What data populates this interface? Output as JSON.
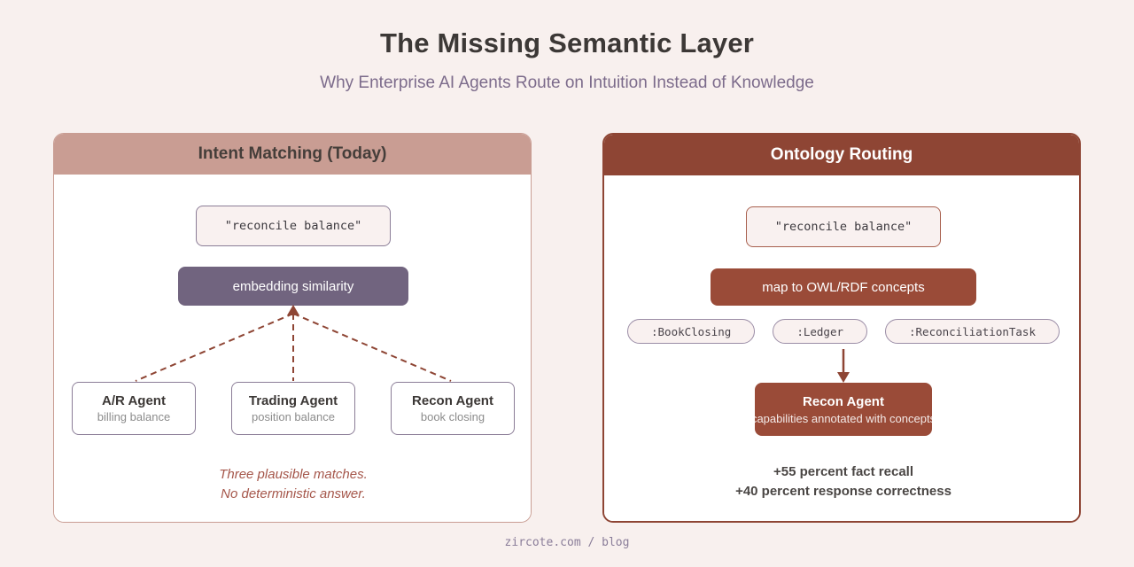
{
  "page": {
    "title": "The Missing Semantic Layer",
    "subtitle": "Why Enterprise AI Agents Route on Intuition Instead of Knowledge",
    "footer": "zircote.com / blog"
  },
  "colors": {
    "page_background": "#f8f0ee",
    "left_accent": "#c99d93",
    "right_accent": "#8e4534",
    "process_purple": "#71647f",
    "process_red": "#9a4b38",
    "note_red": "#a5564a",
    "subtitle_purple": "#7c6b8b",
    "query_fill": "#f9f1f0"
  },
  "left_panel": {
    "title": "Intent Matching (Today)",
    "query": "\"reconcile balance\"",
    "process": "embedding similarity",
    "agents": [
      {
        "name": "A/R Agent",
        "desc": "billing balance"
      },
      {
        "name": "Trading Agent",
        "desc": "position balance"
      },
      {
        "name": "Recon Agent",
        "desc": "book closing"
      }
    ],
    "note_line1": "Three plausible matches.",
    "note_line2": "No deterministic answer."
  },
  "right_panel": {
    "title": "Ontology Routing",
    "query": "\"reconcile balance\"",
    "process": "map to OWL/RDF concepts",
    "concepts": [
      ":BookClosing",
      ":Ledger",
      ":ReconciliationTask"
    ],
    "result": {
      "name": "Recon Agent",
      "desc": "capabilities annotated with concepts"
    },
    "stat_line1": "+55 percent fact recall",
    "stat_line2": "+40 percent response correctness"
  }
}
